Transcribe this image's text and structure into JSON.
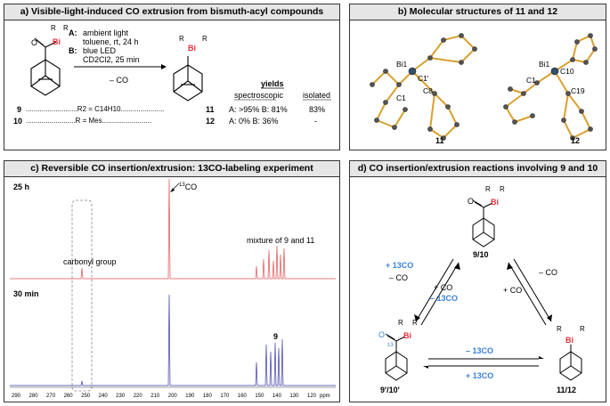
{
  "panels": {
    "a": {
      "title": "a) Visible-light-induced CO extrusion from bismuth-acyl compounds",
      "cond_a_label": "A:",
      "cond_a_line1": "ambient light",
      "cond_a_line2": "toluene, rt, 24 h",
      "cond_b_label": "B:",
      "cond_b_line1": "blue LED",
      "cond_b_line2": "CD2Cl2, 25 min",
      "arrow_label": "– CO",
      "yields_header": "yields",
      "spectroscopic": "spectroscopic",
      "isolated": "isolated",
      "row9_num": "9",
      "row9_dots": "..........................R2 = C14H10......................",
      "row9_prod": "11",
      "row9_spec": "A: >95%  B: 81%",
      "row9_iso": "83%",
      "row10_num": "10",
      "row10_dots": ".........................R = Mes.........................",
      "row10_prod": "12",
      "row10_spec": "A:    0%  B: 36%",
      "row10_iso": "-"
    },
    "b": {
      "title": "b) Molecular structures of 11 and 12",
      "label_left": "11",
      "label_right": "12",
      "atoms_left": [
        "Bi1",
        "C1'",
        "C1",
        "C8"
      ],
      "atoms_right": [
        "Bi1",
        "C10",
        "C1",
        "C19"
      ]
    },
    "c": {
      "title": "c) Reversible CO insertion/extrusion: 13CO-labeling experiment",
      "top_time": "25 h",
      "bottom_time": "30 min",
      "co_label": "13CO",
      "carbonyl": "carbonyl group",
      "mixture": "mixture of 9 and 11",
      "label_9": "9",
      "axis_ticks": [
        "290",
        "280",
        "270",
        "260",
        "250",
        "240",
        "230",
        "220",
        "210",
        "200",
        "190",
        "180",
        "170",
        "160",
        "150",
        "140",
        "130",
        "120"
      ],
      "axis_unit": "ppm"
    },
    "d": {
      "title": "d) CO insertion/extrusion reactions involving 9 and 10",
      "top_label": "9/10",
      "left_label": "9'/10'",
      "right_label": "11/12",
      "left_up": "+ 13CO",
      "left_up2": "– CO",
      "left_down": "+ CO",
      "left_down2": "– 13CO",
      "right_up": "– CO",
      "right_down": "+ CO",
      "bottom_top": "– 13CO",
      "bottom_bot": "+ 13CO"
    }
  },
  "chem": {
    "bi": "Bi",
    "r": "R",
    "o": "O",
    "c13": "13"
  },
  "colors": {
    "bismuth": "#e8303a",
    "label13": "#3b82d6",
    "spectrum_top": "#e05050",
    "spectrum_bottom": "#3a3aa8",
    "bond": "#d9a030"
  }
}
